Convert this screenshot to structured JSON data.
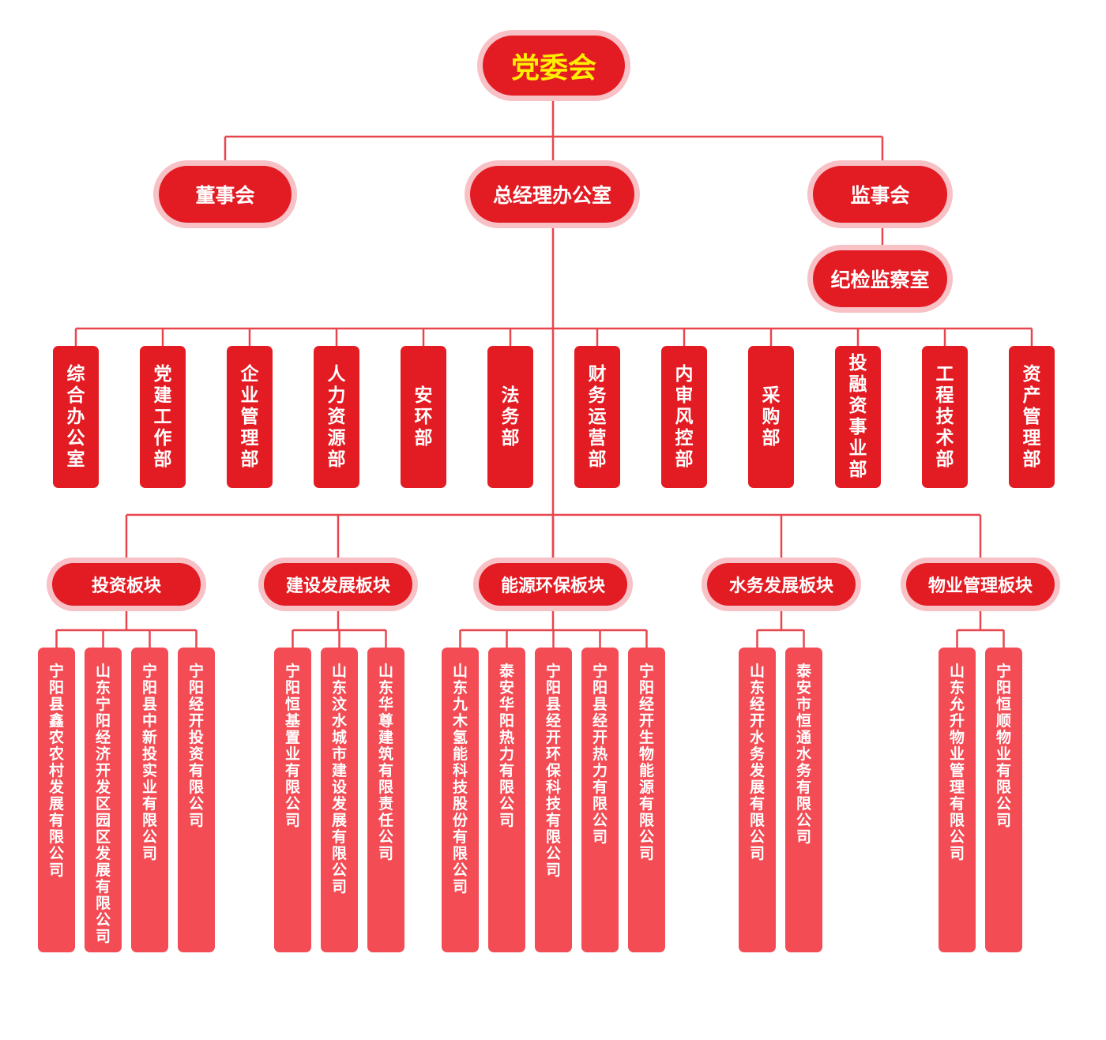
{
  "colors": {
    "line": "#e8464e",
    "node_fill": "#e31b23",
    "node_halo": "#f7c1c6",
    "company_fill": "#f34c55",
    "top_text": "#ffee00",
    "text": "#ffffff"
  },
  "top": {
    "label": "党委会"
  },
  "second_level": {
    "board": "董事会",
    "gm_office": "总经理办公室",
    "supervisors": "监事会",
    "discipline": "纪检监察室"
  },
  "departments": [
    "综合办公室",
    "党建工作部",
    "企业管理部",
    "人力资源部",
    "安环部",
    "法务部",
    "财务运营部",
    "内审风控部",
    "采购部",
    "投融资事业部",
    "工程技术部",
    "资产管理部"
  ],
  "segments": [
    {
      "label": "投资板块",
      "companies": [
        "宁阳县鑫农农村发展有限公司",
        "山东宁阳经济开发区园区发展有限公司",
        "宁阳县中新投实业有限公司",
        "宁阳经开投资有限公司"
      ]
    },
    {
      "label": "建设发展板块",
      "companies": [
        "宁阳恒基置业有限公司",
        "山东汶水城市建设发展有限公司",
        "山东华尊建筑有限责任公司"
      ]
    },
    {
      "label": "能源环保板块",
      "companies": [
        "山东九木氢能科技股份有限公司",
        "泰安华阳热力有限公司",
        "宁阳县经开环保科技有限公司",
        "宁阳县经开热力有限公司",
        "宁阳经开生物能源有限公司"
      ]
    },
    {
      "label": "水务发展板块",
      "companies": [
        "山东经开水务发展有限公司",
        "泰安市恒通水务有限公司"
      ]
    },
    {
      "label": "物业管理板块",
      "companies": [
        "山东允升物业管理有限公司",
        "宁阳恒顺物业有限公司"
      ]
    }
  ]
}
